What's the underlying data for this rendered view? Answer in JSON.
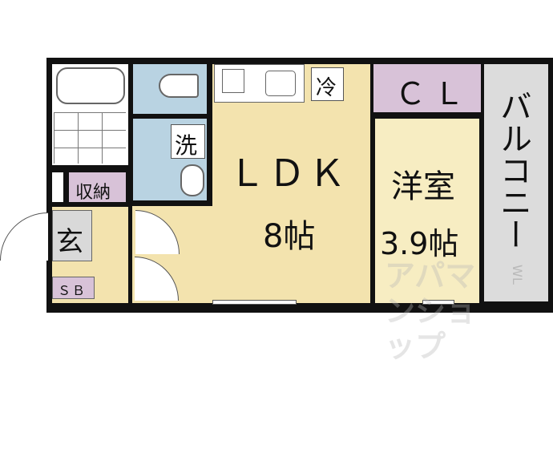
{
  "rooms": {
    "ldk": {
      "name": "ＬＤＫ",
      "size": "8帖",
      "color": "#f3e3ae"
    },
    "western": {
      "name": "洋室",
      "size": "3.9帖",
      "color": "#f7edc2"
    },
    "closet": {
      "name": "ＣＬ",
      "color": "#d8c2d8"
    },
    "balcony": {
      "name": "バルコニー",
      "color": "#dcdcdc"
    },
    "storage": {
      "name": "収納",
      "color": "#d8c2d8"
    },
    "entrance": {
      "name": "玄",
      "color": "#d9d9d9"
    },
    "shoe_box": {
      "name": "ＳＢ",
      "color": "#d8c2d8"
    },
    "washroom": {
      "name": "洗",
      "color": "#b9d3e2"
    },
    "fridge": {
      "name": "冷"
    }
  },
  "watermark": {
    "text": "アパマンショップ",
    "mark": "WL"
  }
}
